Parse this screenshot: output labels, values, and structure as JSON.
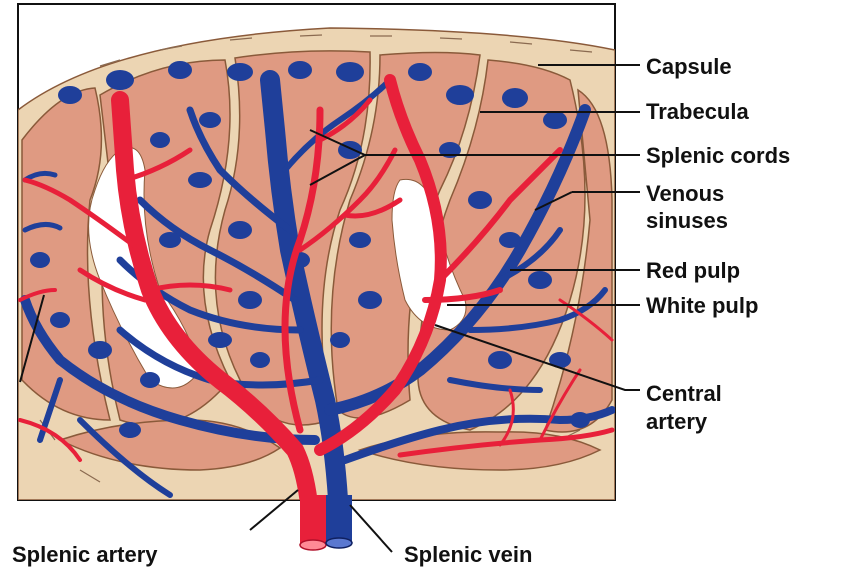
{
  "labels": {
    "capsule": "Capsule",
    "trabecula": "Trabecula",
    "splenic_cords": "Splenic cords",
    "venous_sinuses_line1": "Venous",
    "venous_sinuses_line2": "sinuses",
    "red_pulp": "Red pulp",
    "white_pulp": "White pulp",
    "central_artery_line1": "Central",
    "central_artery_line2": "artery",
    "splenic_artery": "Splenic artery",
    "splenic_vein": "Splenic vein"
  },
  "colors": {
    "capsule": "#ecd5b3",
    "red_pulp": "#df9a82",
    "white_pulp": "#ffffff",
    "artery": "#e8203a",
    "vein": "#1f3f9a",
    "outline": "#111111"
  }
}
